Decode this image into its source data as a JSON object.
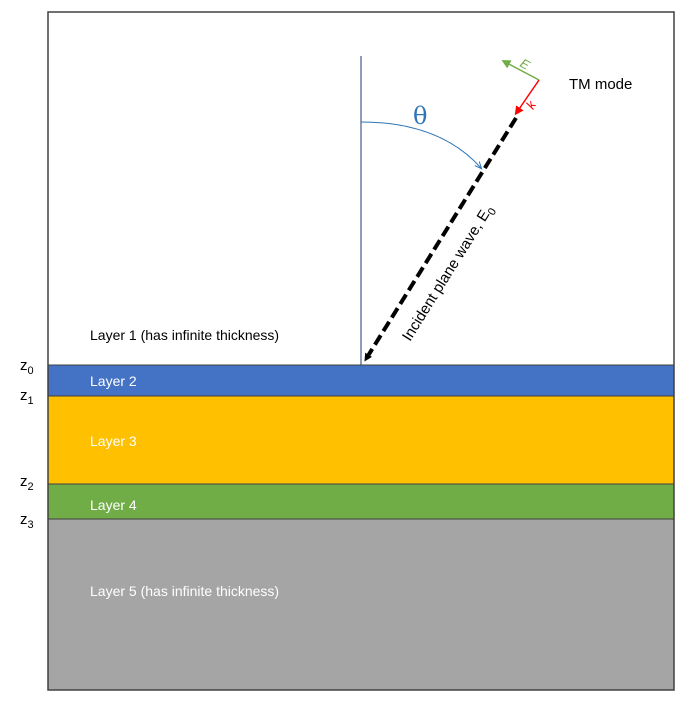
{
  "layers": [
    {
      "label": "Layer 1 (has infinite thickness)",
      "color": "#ffffff",
      "text_color": "#000000"
    },
    {
      "label": "Layer 2",
      "color": "#4472c4",
      "text_color": "#ffffff"
    },
    {
      "label": "Layer 3",
      "color": "#ffc000",
      "text_color": "#ffffff"
    },
    {
      "label": "Layer 4",
      "color": "#70ad47",
      "text_color": "#ffffff"
    },
    {
      "label": "Layer 5 (has infinite thickness)",
      "color": "#a5a5a5",
      "text_color": "#ffffff"
    }
  ],
  "interfaces": [
    {
      "base": "z",
      "sub": "0"
    },
    {
      "base": "z",
      "sub": "1"
    },
    {
      "base": "z",
      "sub": "2"
    },
    {
      "base": "z",
      "sub": "3"
    }
  ],
  "wave": {
    "label": "Incident plane wave, E",
    "label_sub": "0",
    "angle_symbol": "θ",
    "mode": "TM mode",
    "e_vector": "E",
    "k_vector": "k"
  },
  "colors": {
    "normal_line": "#1f3b73",
    "angle_arc": "#2e75b6",
    "e_arrow": "#70ad47",
    "k_arrow": "#ff0000",
    "border": "#404040"
  }
}
